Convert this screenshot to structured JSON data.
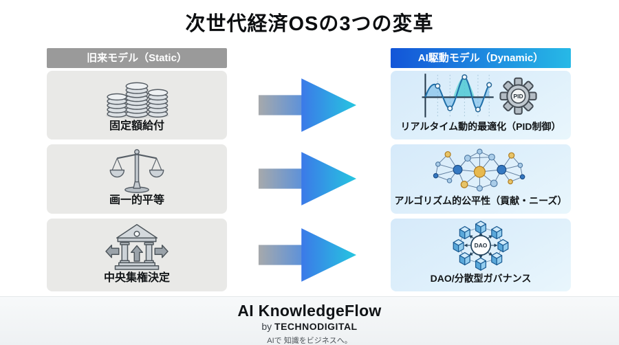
{
  "title": "次世代経済OSの3つの変革",
  "left_column": {
    "header": "旧来モデル（Static）",
    "items": [
      {
        "label": "固定額給付",
        "icon": "coin-stacks-icon"
      },
      {
        "label": "画一的平等",
        "icon": "balance-scale-icon"
      },
      {
        "label": "中央集権決定",
        "icon": "bank-building-icon"
      }
    ]
  },
  "right_column": {
    "header": "AI駆動モデル（Dynamic）",
    "items": [
      {
        "label": "リアルタイム動的最適化（PID制御）",
        "icon": "pid-waveform-gear-icon",
        "icon_text": "PID"
      },
      {
        "label": "アルゴリズム的公平性（貢献・ニーズ）",
        "icon": "network-graph-icon"
      },
      {
        "label": "DAO/分散型ガバナンス",
        "icon": "dao-network-icon",
        "icon_text": "DAO"
      }
    ]
  },
  "arrows": {
    "count": 3,
    "direction": "right",
    "shaft_color_start": "#a6a9ac",
    "shaft_color_end": "#4f8de2",
    "head_color_start": "#3b79e8",
    "head_color_end": "#26c6e0"
  },
  "footer": {
    "brand": "AI KnowledgeFlow",
    "byline_prefix": "by",
    "byline_company": "TECHNODIGITAL",
    "tagline": "AIで 知識をビジネスへ。"
  },
  "colors": {
    "left_header_bg": "#9a9a9a",
    "right_header_gradient_start": "#1355d8",
    "right_header_gradient_end": "#27b9e6",
    "left_box_bg": "#e9e9e7",
    "right_box_bg": "#dcEEfa",
    "footer_bg": "#f6f8fa"
  }
}
